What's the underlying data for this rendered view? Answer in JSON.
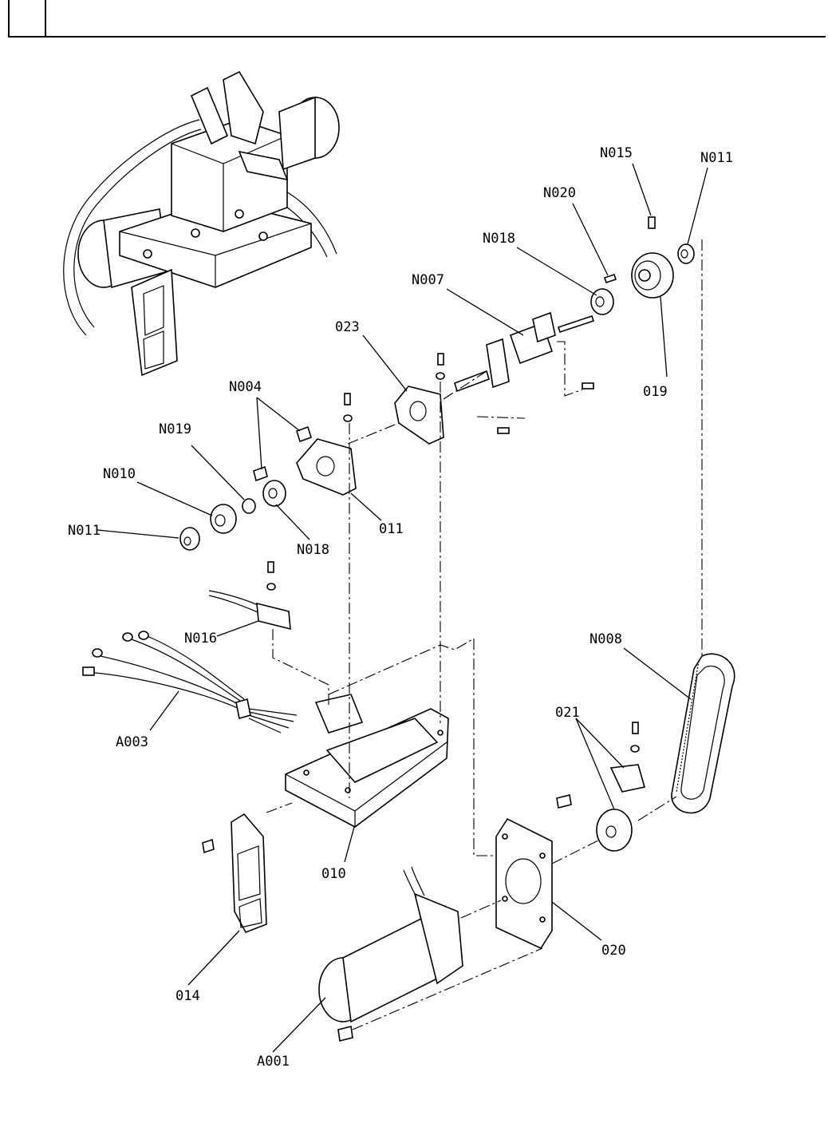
{
  "header": {
    "box_text": "",
    "title": ""
  },
  "labels": {
    "N015": "N015",
    "N011_top": "N011",
    "N020": "N020",
    "N018_top": "N018",
    "N007": "N007",
    "023": "023",
    "019": "019",
    "N004": "N004",
    "N019": "N019",
    "N010": "N010",
    "N011_left": "N011",
    "011": "011",
    "N018_left": "N018",
    "N016": "N016",
    "N008": "N008",
    "A003": "A003",
    "021": "021",
    "010": "010",
    "020": "020",
    "014": "014",
    "A001": "A001"
  }
}
